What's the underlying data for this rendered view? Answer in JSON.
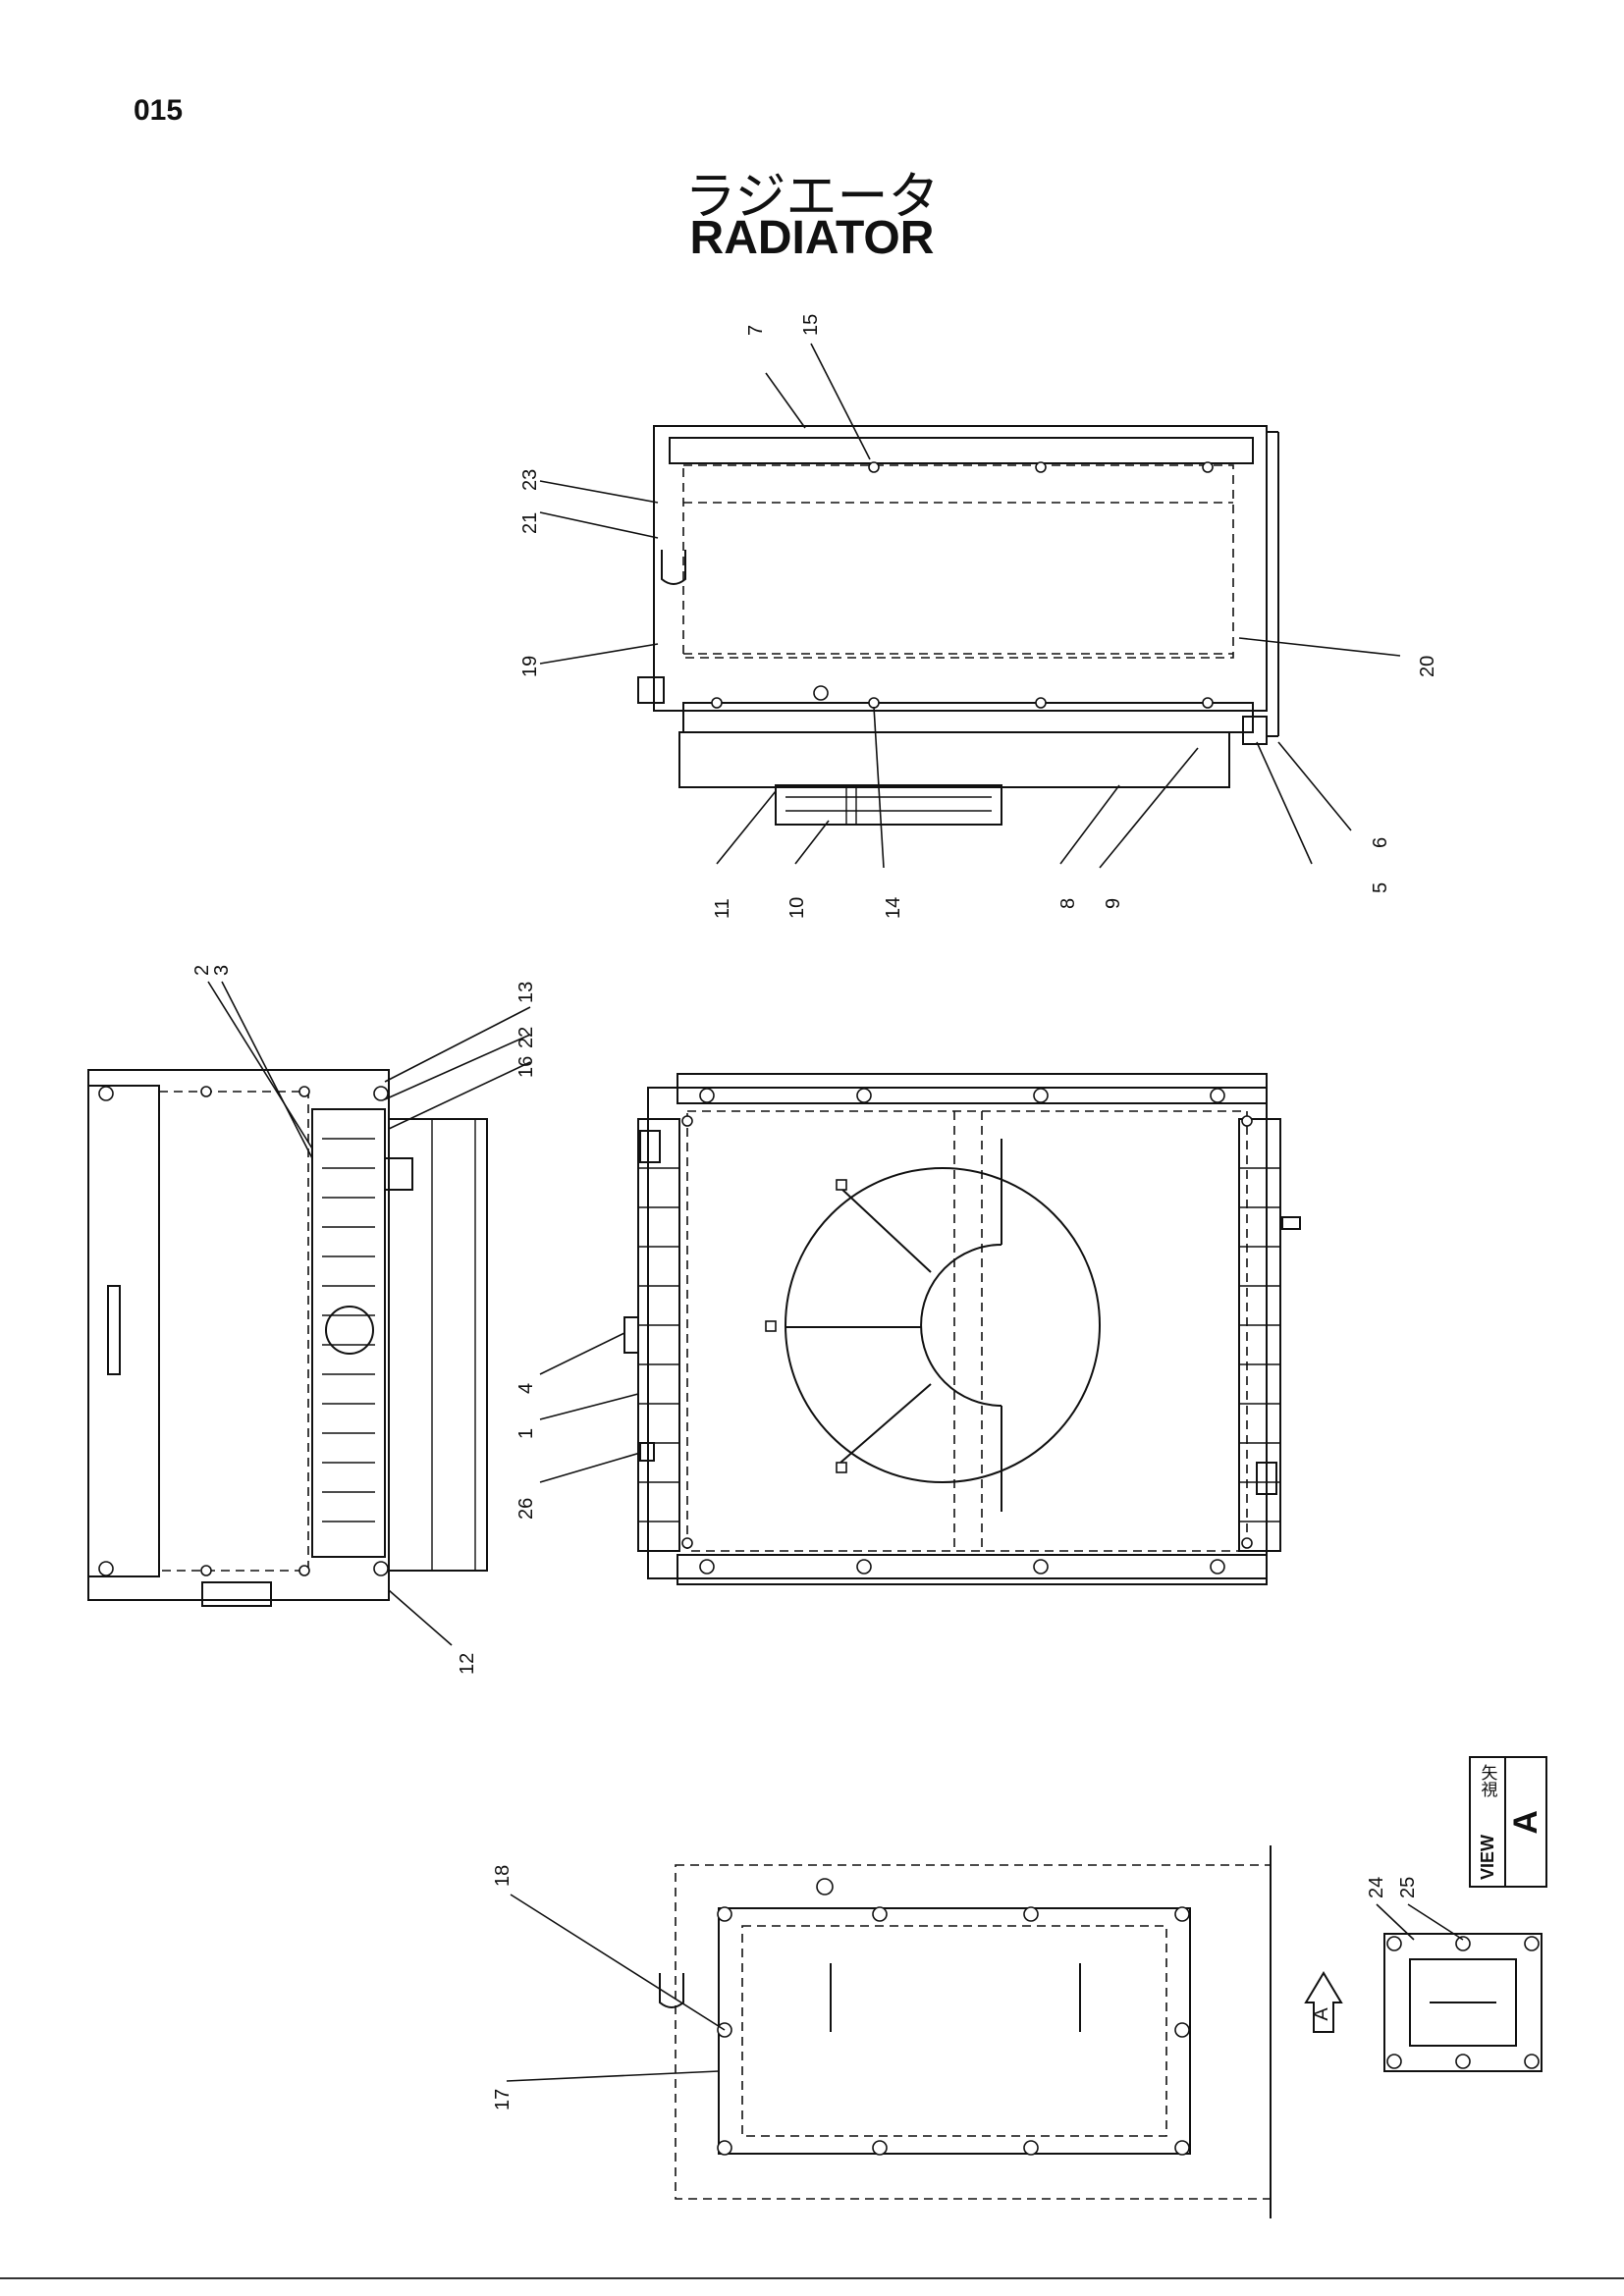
{
  "page_number": "015",
  "title_japanese": "ラジエータ",
  "title_english": "RADIATOR",
  "view_label": {
    "japanese": "矢視",
    "english": "VIEW",
    "letter": "A"
  },
  "view_arrow_letter": "A",
  "callouts": [
    "1",
    "2",
    "3",
    "4",
    "5",
    "6",
    "7",
    "8",
    "9",
    "10",
    "11",
    "12",
    "13",
    "14",
    "15",
    "16",
    "17",
    "18",
    "19",
    "20",
    "21",
    "22",
    "23",
    "24",
    "25",
    "26"
  ]
}
